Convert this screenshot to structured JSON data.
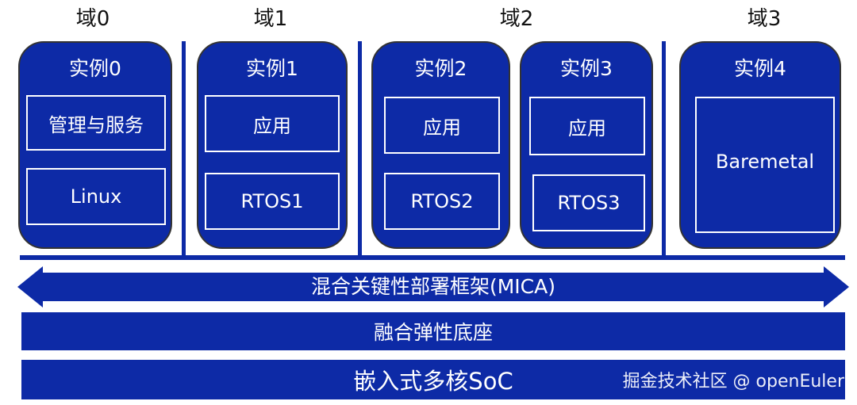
{
  "domains": [
    {
      "label": "域0"
    },
    {
      "label": "域1"
    },
    {
      "label": "域2"
    },
    {
      "label": "域3"
    }
  ],
  "instances": [
    {
      "title": "实例0",
      "top_box": "管理与服务",
      "bottom_box": "Linux"
    },
    {
      "title": "实例1",
      "top_box": "应用",
      "bottom_box": "RTOS1"
    },
    {
      "title": "实例2",
      "top_box": "应用",
      "bottom_box": "RTOS2"
    },
    {
      "title": "实例3",
      "top_box": "应用",
      "bottom_box": "RTOS3"
    },
    {
      "title": "实例4",
      "single_box": "Baremetal"
    }
  ],
  "framework": {
    "label": "混合关键性部署框架(MICA)"
  },
  "base": {
    "label": "融合弹性底座"
  },
  "soc": {
    "label": "嵌入式多核SoC"
  },
  "watermark": {
    "text": "掘金技术社区 @ openEuler"
  },
  "colors": {
    "primary": "#0d2aa6",
    "text_on_primary": "#ffffff"
  }
}
